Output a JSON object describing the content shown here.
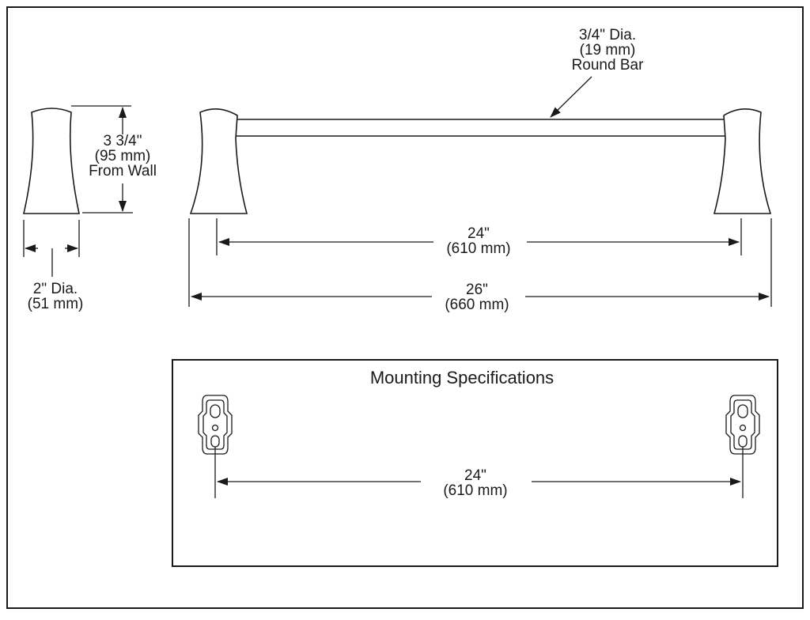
{
  "bar": {
    "diameter": {
      "line1": "3/4\" Dia.",
      "line2": "(19 mm)",
      "line3": "Round Bar"
    }
  },
  "side_view": {
    "projection": {
      "line1": "3 3/4\"",
      "line2": "(95 mm)",
      "line3": "From Wall"
    },
    "post_diameter": {
      "line1": "2\" Dia.",
      "line2": "(51 mm)"
    }
  },
  "front_view": {
    "inner_length": {
      "line1": "24\"",
      "line2": "(610 mm)"
    },
    "overall_length": {
      "line1": "26\"",
      "line2": "(660 mm)"
    }
  },
  "mounting": {
    "title": "Mounting Specifications",
    "spacing": {
      "line1": "24\"",
      "line2": "(610 mm)"
    }
  }
}
